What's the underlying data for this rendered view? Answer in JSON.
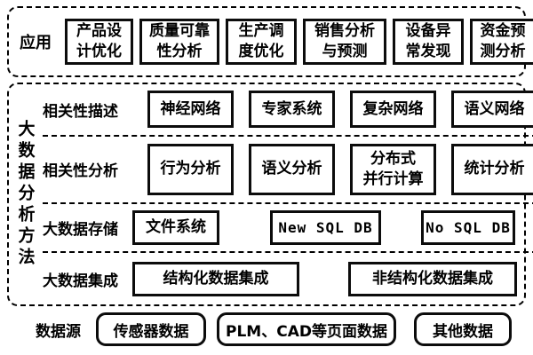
{
  "colors": {
    "ink": "#000000",
    "background": "#ffffff"
  },
  "app_layer": {
    "label": "应用",
    "boxes": [
      "产品设\n计优化",
      "质量可靠\n性分析",
      "生产调\n度优化",
      "销售分析\n与预测",
      "设备异\n常发现",
      "资金预\n测分析"
    ]
  },
  "methods": {
    "vertical_label": "大数据分析方法",
    "rows": [
      {
        "label": "相关性描述",
        "boxes": [
          "神经网络",
          "专家系统",
          "复杂网络",
          "语义网络"
        ]
      },
      {
        "label": "相关性分析",
        "boxes": [
          "行为分析",
          "语义分析",
          "分布式\n并行计算",
          "统计分析"
        ]
      },
      {
        "label": "大数据存储",
        "boxes": [
          "文件系统",
          "New SQL DB",
          "No SQL DB"
        ]
      },
      {
        "label": "大数据集成",
        "boxes": [
          "结构化数据集成",
          "非结构化数据集成"
        ]
      }
    ]
  },
  "data_source": {
    "label": "数据源",
    "boxes": [
      "传感器数据",
      "PLM、CAD等页面数据",
      "其他数据"
    ]
  }
}
